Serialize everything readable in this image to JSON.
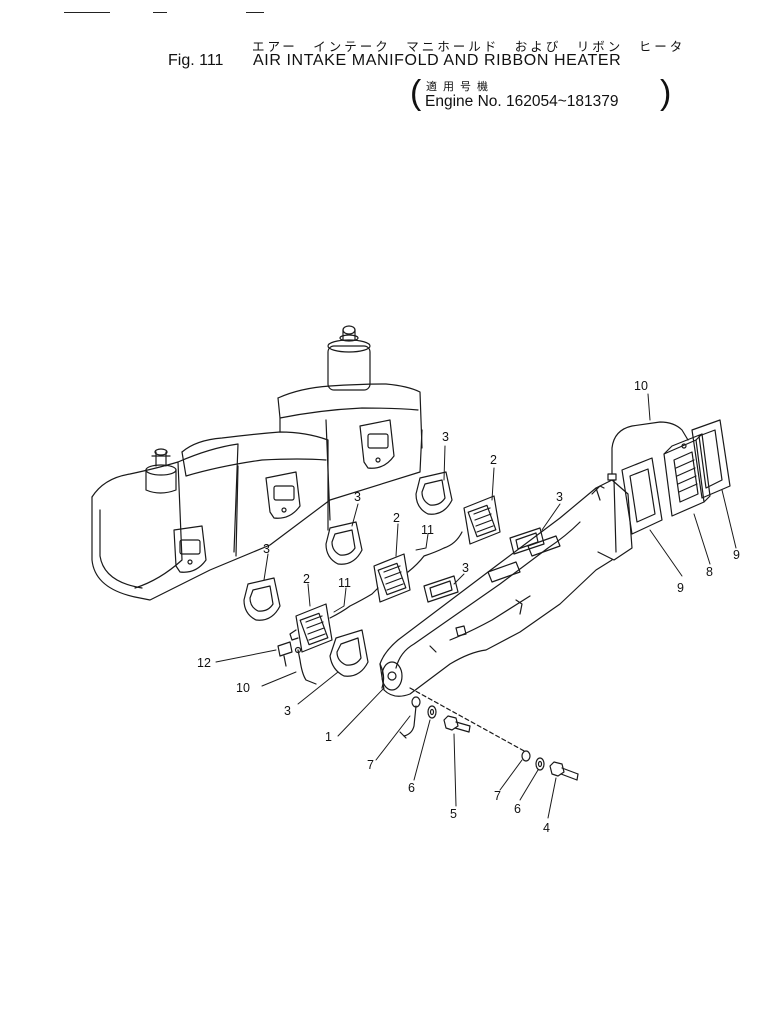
{
  "header": {
    "jp_title": "エアー　インテーク　マニホールド　および　リボン　ヒータ",
    "fig_label": "Fig. 111",
    "title": "AIR INTAKE MANIFOLD AND RIBBON HEATER",
    "applicability_jp": "適用号機",
    "applicability": "Engine No. 162054~181379"
  },
  "callouts": {
    "c1": "1",
    "c2a": "2",
    "c2b": "2",
    "c2c": "2",
    "c3a": "3",
    "c3b": "3",
    "c3c": "3",
    "c3d": "3",
    "c3e": "3",
    "c3f": "3",
    "c4": "4",
    "c5": "5",
    "c6a": "6",
    "c6b": "6",
    "c7a": "7",
    "c7b": "7",
    "c8": "8",
    "c9a": "9",
    "c9b": "9",
    "c10a": "10",
    "c10b": "10",
    "c11a": "11",
    "c11b": "11",
    "c12": "12"
  }
}
